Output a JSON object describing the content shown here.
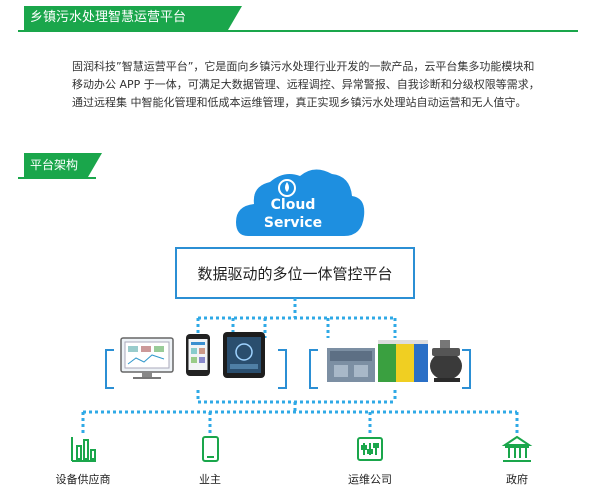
{
  "header": {
    "title": "乡镇污水处理智慧运营平台"
  },
  "intro": {
    "text": "固润科技”智慧运营平台”，它是面向乡镇污水处理行业开发的一款产品，云平台集多功能模块和移动办公 APP 于一体，可满足大数据管理、远程调控、异常警报、自我诊断和分级权限等需求，通过远程集 中智能化管理和低成本运维管理，真正实现乡镇污水处理站自动运营和无人值守。"
  },
  "section": {
    "title": "平台架构"
  },
  "cloud": {
    "line1": "Cloud",
    "line2": "Service"
  },
  "platform": {
    "label": "数据驱动的多位一体管控平台"
  },
  "users": [
    {
      "label": "设备供应商",
      "icon": "bar-chart-icon"
    },
    {
      "label": "业主",
      "icon": "phone-icon"
    },
    {
      "label": "运维公司",
      "icon": "control-panel-icon"
    },
    {
      "label": "政府",
      "icon": "government-building-icon"
    }
  ],
  "colors": {
    "green": "#1aa64b",
    "cloud": "#1e8fe0",
    "dotted": "#2fa9e6",
    "box_border": "#2b8fd4"
  }
}
